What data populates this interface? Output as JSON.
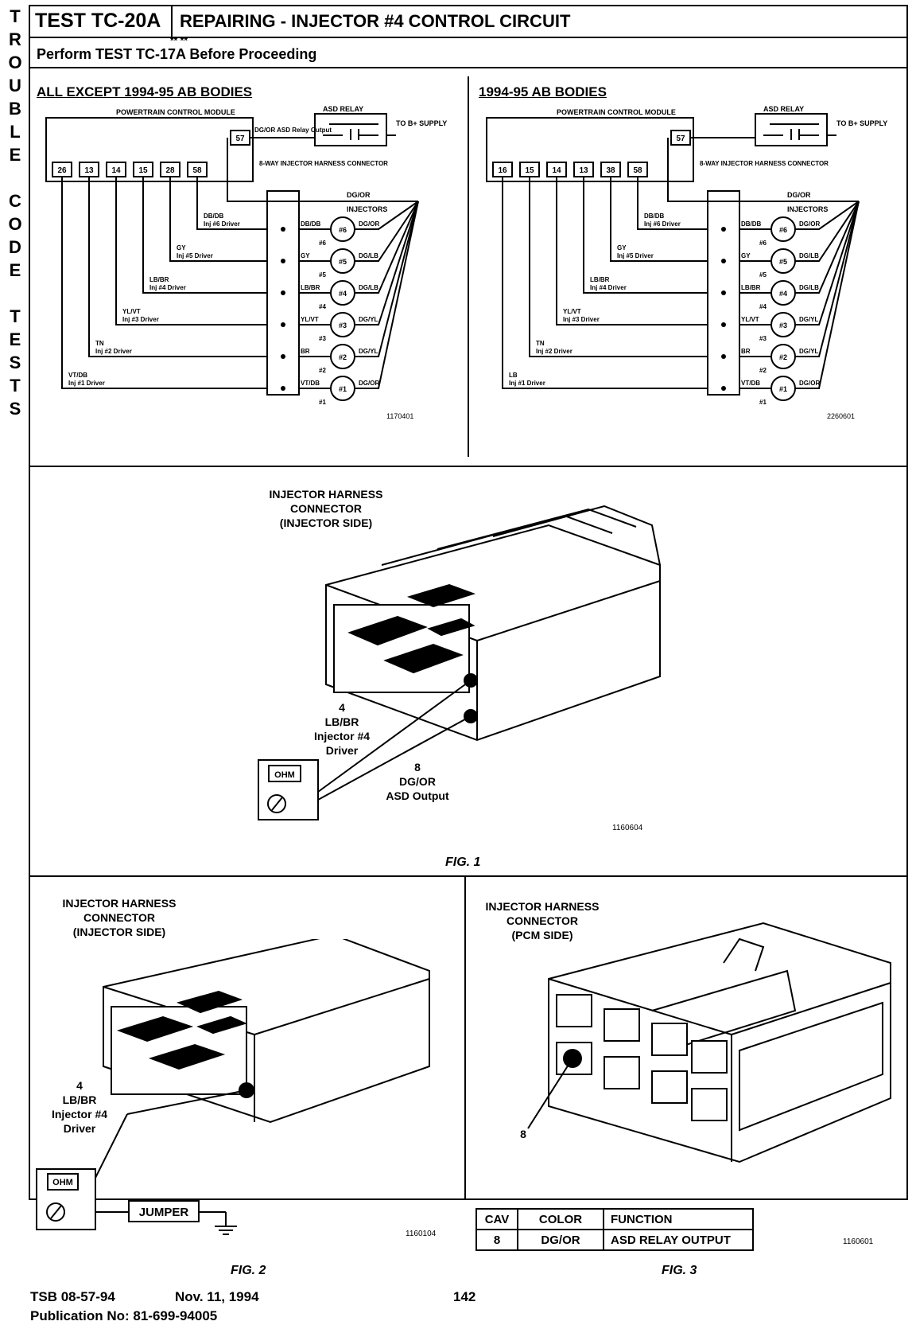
{
  "side_text": [
    "T",
    "R",
    "O",
    "U",
    "B",
    "L",
    "E",
    "",
    "C",
    "O",
    "D",
    "E",
    "",
    "T",
    "E",
    "S",
    "T",
    "S"
  ],
  "header": {
    "test_id": "TEST TC-20A",
    "title": "REPAIRING - INJECTOR #4 CONTROL CIRCUIT",
    "subtitle": "Perform TEST TC-17A Before Proceeding",
    "marks": "** **"
  },
  "left_diagram": {
    "title": "ALL EXCEPT 1994-95 AB BODIES",
    "module": "POWERTRAIN CONTROL MODULE",
    "pins": [
      "26",
      "13",
      "14",
      "15",
      "28",
      "58"
    ],
    "pin57": "57",
    "asd_relay": "ASD RELAY",
    "relay_output": "DG/OR ASD Relay Output",
    "to_supply": "TO B+ SUPPLY",
    "connector": "8-WAY INJECTOR HARNESS CONNECTOR",
    "bus_wire": "DG/OR",
    "injectors": "INJECTORS",
    "drivers": [
      {
        "wire": "DB/DB",
        "label": "Inj #6 Driver",
        "cyl": "#6",
        "inj": "#6"
      },
      {
        "wire": "GY",
        "label": "Inj #5 Driver",
        "cyl": "#5",
        "inj": "#5"
      },
      {
        "wire": "LB/BR",
        "label": "Inj #4 Driver",
        "cyl": "#4",
        "inj": "#4"
      },
      {
        "wire": "YL/VT",
        "label": "Inj #3 Driver",
        "cyl": "#3",
        "inj": "#3"
      },
      {
        "wire": "TN",
        "label": "Inj #2 Driver",
        "cyl": "#2",
        "inj": "#2"
      },
      {
        "wire": "VT/DB",
        "label": "Inj #1 Driver",
        "cyl": "#1",
        "inj": "#1"
      }
    ],
    "inj_wires": [
      "DB/DB",
      "GY",
      "LB/BR",
      "YL/VT",
      "BR",
      "VT/DB"
    ],
    "ret_wires": [
      "DG/OR",
      "DG/LB",
      "DG/LB",
      "DG/YL",
      "DG/YL",
      "DG/OR"
    ],
    "ref": "1170401"
  },
  "right_diagram": {
    "title": "1994-95 AB BODIES",
    "module": "POWERTRAIN CONTROL MODULE",
    "pins": [
      "16",
      "15",
      "14",
      "13",
      "38",
      "58"
    ],
    "pin57": "57",
    "asd_relay": "ASD RELAY",
    "to_supply": "TO B+ SUPPLY",
    "connector": "8-WAY INJECTOR HARNESS CONNECTOR",
    "bus_wire": "DG/OR",
    "injectors": "INJECTORS",
    "drivers": [
      {
        "wire": "DB/DB",
        "label": "Inj #6 Driver",
        "cyl": "#6",
        "inj": "#6"
      },
      {
        "wire": "GY",
        "label": "Inj #5 Driver",
        "cyl": "#5",
        "inj": "#5"
      },
      {
        "wire": "LB/BR",
        "label": "Inj #4 Driver",
        "cyl": "#4",
        "inj": "#4"
      },
      {
        "wire": "YL/VT",
        "label": "Inj #3 Driver",
        "cyl": "#3",
        "inj": "#3"
      },
      {
        "wire": "TN",
        "label": "Inj #2 Driver",
        "cyl": "#2",
        "inj": "#2"
      },
      {
        "wire": "LB",
        "label": "Inj #1 Driver",
        "cyl": "#1",
        "inj": "#1"
      }
    ],
    "inj_wires": [
      "DB/DB",
      "GY",
      "LB/BR",
      "YL/VT",
      "BR",
      "VT/DB"
    ],
    "ret_wires": [
      "DG/OR",
      "DG/LB",
      "DG/LB",
      "DG/YL",
      "DG/YL",
      "DG/OR"
    ],
    "ref": "2260601"
  },
  "fig1": {
    "caption": [
      "INJECTOR HARNESS",
      "CONNECTOR",
      "(INJECTOR SIDE)"
    ],
    "callout_a": [
      "4",
      "LB/BR",
      "Injector #4",
      "Driver"
    ],
    "callout_b": [
      "8",
      "DG/OR",
      "ASD Output"
    ],
    "meter": "OHM",
    "ref": "1160604",
    "label": "FIG. 1"
  },
  "fig2": {
    "caption": [
      "INJECTOR HARNESS",
      "CONNECTOR",
      "(INJECTOR SIDE)"
    ],
    "callout": [
      "4",
      "LB/BR",
      "Injector #4",
      "Driver"
    ],
    "meter": "OHM",
    "jumper": "JUMPER",
    "ref": "1160104",
    "label": "FIG. 2"
  },
  "fig3": {
    "caption": [
      "INJECTOR HARNESS",
      "CONNECTOR",
      "(PCM SIDE)"
    ],
    "callout": "8",
    "table": {
      "headers": [
        "CAV",
        "COLOR",
        "FUNCTION"
      ],
      "rows": [
        [
          "8",
          "DG/OR",
          "ASD RELAY OUTPUT"
        ]
      ]
    },
    "ref": "1160601",
    "label": "FIG. 3"
  },
  "footer": {
    "tsb": "TSB 08-57-94",
    "date": "Nov. 11, 1994",
    "page": "142",
    "publication": "Publication No: 81-699-94005"
  }
}
